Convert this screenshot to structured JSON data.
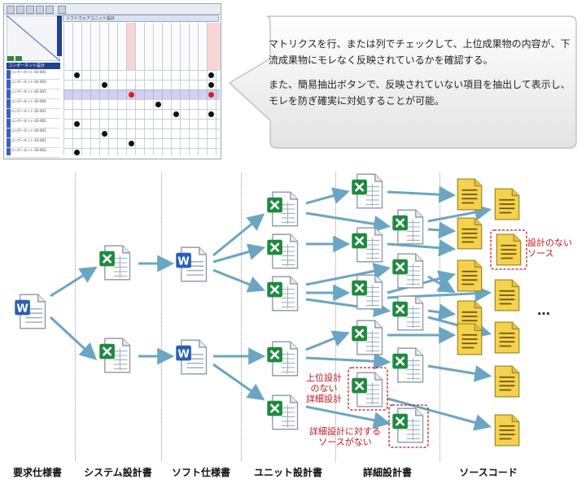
{
  "thumbnail": {
    "window_title": "ソフトウェアユニット設計",
    "left_header": "コンポーネント設計",
    "row_labels": [
      "コンポーネント-01-001",
      "コンポーネント-01-002",
      "コンポーネント-01-003",
      "コンポーネント-01-004",
      "コンポーネント-02-001",
      "コンポーネント-02-002",
      "コンポーネント-03-001",
      "コンポーネント-03-002",
      "コンポーネント-03-003"
    ]
  },
  "callout": {
    "paragraph1": "マトリクスを行、または列でチェックして、上位成果物の内容が、下流成果物にモレなく反映されているかを確認する。",
    "paragraph2": "また、簡易抽出ボタンで、反映されていない項目を抽出して表示し、モレを防ぎ確実に対処することが可能。"
  },
  "annotations": {
    "no_design_source": "設計のない\nソース",
    "no_upper_design": "上位設計\nのない\n詳細設計",
    "no_source_for_detail": "詳細設計に対する\nソースがない",
    "ellipsis": "…"
  },
  "columns": [
    "要求仕様書",
    "システム設計書",
    "ソフト仕様書",
    "ユニット設計書",
    "詳細設計書",
    "ソースコード"
  ],
  "colors": {
    "arrow": "#6aa6c3",
    "annotation": "#c0161d",
    "highlight_dot": "#e21b1b"
  },
  "icons": {
    "word": "word-doc-icon",
    "excel": "excel-sheet-icon",
    "source": "source-doc-icon"
  }
}
